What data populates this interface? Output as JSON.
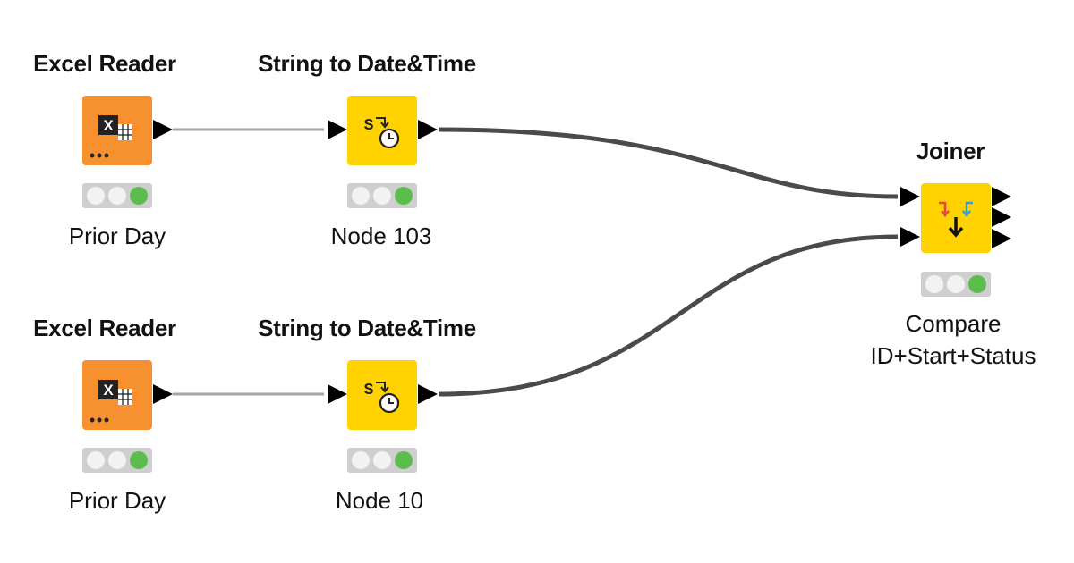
{
  "nodes": {
    "excel_reader_1": {
      "title": "Excel Reader",
      "label": "Prior Day",
      "status": "executed",
      "color": "#f7902e"
    },
    "string_to_datetime_1": {
      "title": "String to Date&Time",
      "label": "Node 103",
      "status": "executed",
      "color": "#ffd200"
    },
    "excel_reader_2": {
      "title": "Excel Reader",
      "label": "Prior Day",
      "status": "executed",
      "color": "#f7902e"
    },
    "string_to_datetime_2": {
      "title": "String to Date&Time",
      "label": "Node 10",
      "status": "executed",
      "color": "#ffd200"
    },
    "joiner": {
      "title": "Joiner",
      "label_line1": "Compare",
      "label_line2": "ID+Start+Status",
      "status": "executed",
      "color": "#ffd200"
    }
  },
  "icons": {
    "excel_reader": "excel-reader-icon",
    "string_to_datetime": "string-to-datetime-icon",
    "joiner": "joiner-icon"
  },
  "status_colors": {
    "executed": "#5cbd4e",
    "inactive": "#f2f2f2"
  },
  "connections": [
    {
      "from": "excel_reader_1",
      "to": "string_to_datetime_1"
    },
    {
      "from": "excel_reader_2",
      "to": "string_to_datetime_2"
    },
    {
      "from": "string_to_datetime_1",
      "to": "joiner",
      "to_port": 1
    },
    {
      "from": "string_to_datetime_2",
      "to": "joiner",
      "to_port": 2
    }
  ]
}
